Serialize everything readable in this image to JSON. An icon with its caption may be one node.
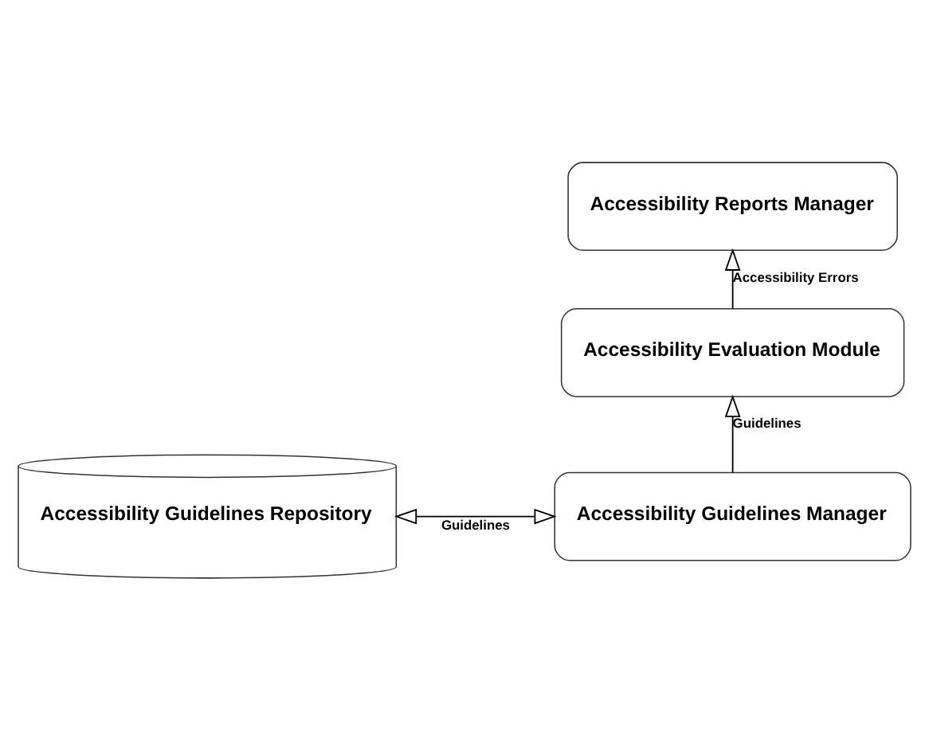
{
  "diagram": {
    "nodes": [
      {
        "text": [
          "Accessibility Reports Manager"
        ]
      },
      {
        "text": [
          "Accessibility Evaluation Module"
        ]
      },
      {
        "text": [
          "Accessibility Guidelines Repository"
        ]
      },
      {
        "text": [
          "Accessibility Guidelines Manager"
        ]
      }
    ],
    "edges": [
      {
        "from": 1,
        "to": 0,
        "arrow": "to",
        "label": "Accessibility Errors"
      },
      {
        "from": 3,
        "to": 1,
        "arrow": "to",
        "label": "Guidelines"
      },
      {
        "from": 2,
        "to": 3,
        "arrow": "both",
        "label": "Guidelines"
      }
    ]
  }
}
